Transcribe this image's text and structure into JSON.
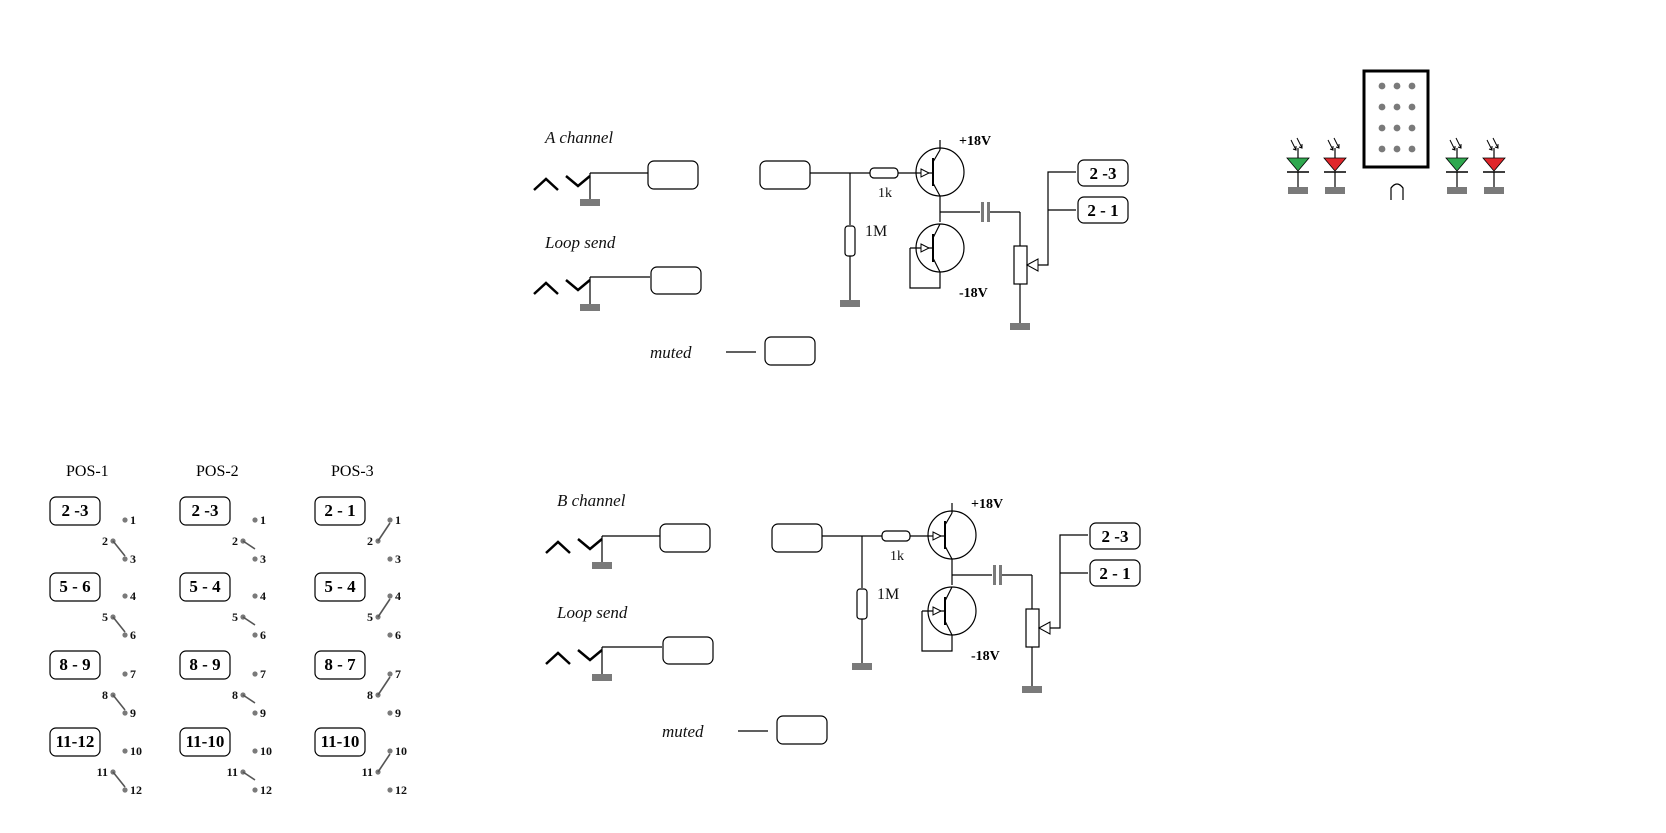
{
  "channel_a": {
    "title": "A channel",
    "loop_send": "Loop send",
    "muted": "muted",
    "resistor_1": "1k",
    "resistor_2": "1M",
    "vplus": "+18V",
    "vminus": "-18V",
    "out_top": "2 -3",
    "out_bottom": "2 - 1"
  },
  "channel_b": {
    "title": "B channel",
    "loop_send": "Loop send",
    "muted": "muted",
    "resistor_1": "1k",
    "resistor_2": "1M",
    "vplus": "+18V",
    "vminus": "-18V",
    "out_top": "2 -3",
    "out_bottom": "2 - 1"
  },
  "positions": [
    {
      "label": "POS-1",
      "groups": [
        {
          "box": "2 -3",
          "pins": [
            "1",
            "2",
            "3"
          ]
        },
        {
          "box": "5 - 6",
          "pins": [
            "4",
            "5",
            "6"
          ]
        },
        {
          "box": "8 - 9",
          "pins": [
            "7",
            "8",
            "9"
          ]
        },
        {
          "box": "11-12",
          "pins": [
            "10",
            "11",
            "12"
          ]
        }
      ]
    },
    {
      "label": "POS-2",
      "groups": [
        {
          "box": "2 -3",
          "pins": [
            "1",
            "2",
            "3"
          ]
        },
        {
          "box": "5 - 4",
          "pins": [
            "4",
            "5",
            "6"
          ]
        },
        {
          "box": "8 - 9",
          "pins": [
            "7",
            "8",
            "9"
          ]
        },
        {
          "box": "11-10",
          "pins": [
            "10",
            "11",
            "12"
          ]
        }
      ]
    },
    {
      "label": "POS-3",
      "groups": [
        {
          "box": "2 - 1",
          "pins": [
            "1",
            "2",
            "3"
          ]
        },
        {
          "box": "5 - 4",
          "pins": [
            "4",
            "5",
            "6"
          ]
        },
        {
          "box": "8 - 7",
          "pins": [
            "7",
            "8",
            "9"
          ]
        },
        {
          "box": "11-10",
          "pins": [
            "10",
            "11",
            "12"
          ]
        }
      ]
    }
  ],
  "leds": [
    {
      "color": "#2fa84f",
      "name": "green"
    },
    {
      "color": "#e0262b",
      "name": "red"
    },
    {
      "color": "#2fa84f",
      "name": "green"
    },
    {
      "color": "#e0262b",
      "name": "red"
    }
  ],
  "connector": {
    "rows": 4,
    "cols": 3
  }
}
